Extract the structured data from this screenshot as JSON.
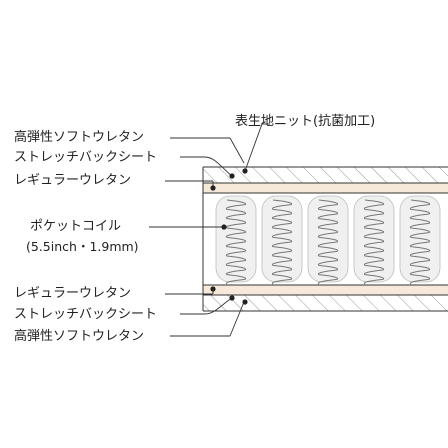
{
  "labels": {
    "cover": "表生地ニット(抗菌加工)",
    "top_soft_urethane": "高弾性ソフトウレタン",
    "top_stretch_sheet": "ストレッチバックシート",
    "top_regular_urethane": "レギュラーウレタン",
    "pocket_coil": "ポケットコイル",
    "pocket_coil_size": "(5.5inch・1.9mm)",
    "bottom_regular_urethane": "レギュラーウレタン",
    "bottom_stretch_sheet": "ストレッチバックシート",
    "bottom_soft_urethane": "高弾性ソフトウレタン"
  },
  "colors": {
    "outline": "#333333",
    "hatch": "#9a9a9a",
    "urethane_fill": "#f7e9d9",
    "coil_fill": "#f0f0f0",
    "coil_stroke": "#777777",
    "dot": "#222222"
  }
}
